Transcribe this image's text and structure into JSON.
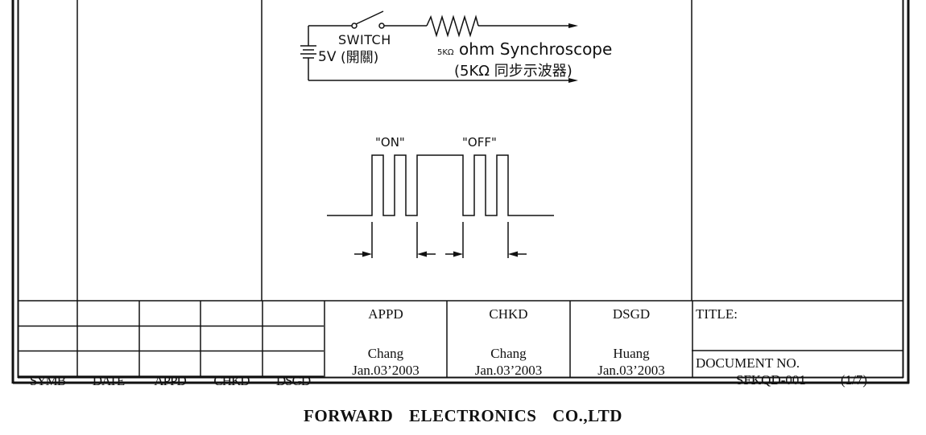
{
  "circuit": {
    "battery_label": "5V",
    "switch_label": "SWITCH",
    "switch_label_cn": "(開關)",
    "resistor_small_label": "5KΩ",
    "load_label": "ohm Synchroscope",
    "load_label_cn": "(5KΩ 同步示波器)"
  },
  "waveform": {
    "on_label": "\"ON\"",
    "off_label": "\"OFF\""
  },
  "revision_table": {
    "headers": [
      "SYMB",
      "DATE",
      "APPD",
      "CHKD",
      "DSGD"
    ],
    "rows": [
      [
        "",
        "",
        "",
        "",
        ""
      ],
      [
        "",
        "",
        "",
        "",
        ""
      ],
      [
        "",
        "",
        "",
        "",
        ""
      ]
    ]
  },
  "approvals": [
    {
      "role": "APPD",
      "name": "Chang",
      "date": "Jan.03’2003"
    },
    {
      "role": "CHKD",
      "name": "Chang",
      "date": "Jan.03’2003"
    },
    {
      "role": "DSGD",
      "name": "Huang",
      "date": "Jan.03’2003"
    }
  ],
  "title_block": {
    "title_label": "TITLE:",
    "title_value": "",
    "doc_no_label": "DOCUMENT NO.",
    "doc_no": "SFKQD-001",
    "page": "(1/7)"
  },
  "footer": {
    "company": "FORWARD ELECTRONICS CO.,LTD"
  }
}
